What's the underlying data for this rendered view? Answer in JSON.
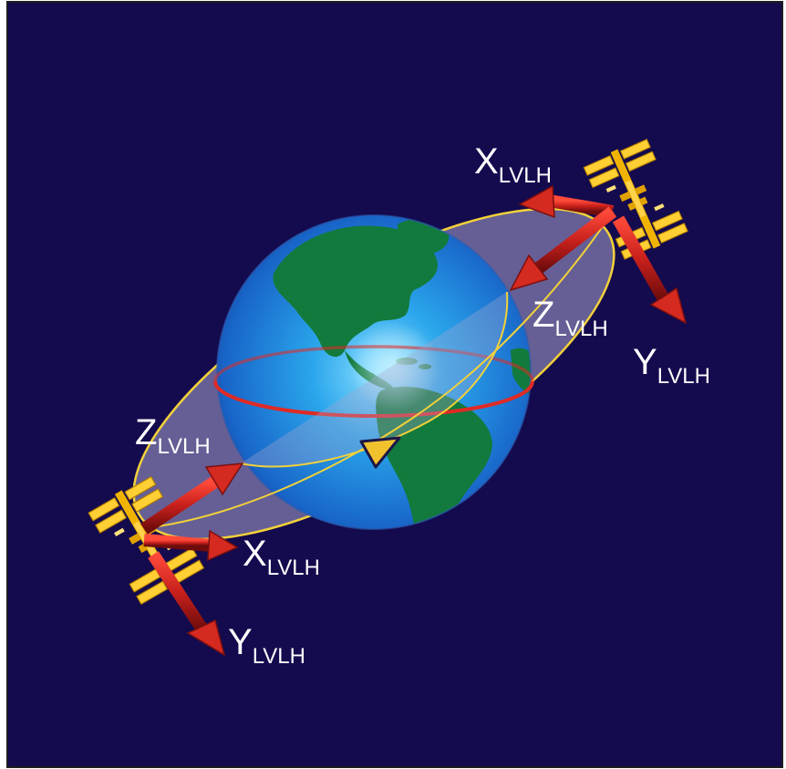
{
  "colors": {
    "background": "#140a4e",
    "frame": "#1e1e1e",
    "ocean": "#1f8fe0",
    "land": "#127a3c",
    "equator": "#e02a25",
    "orbit_line": "#f2d13a",
    "orbit_fill": "#a7a6cf",
    "arrow": "#c8201c",
    "arrow_dark": "#7a1010",
    "station": "#f0b400",
    "marker": "#f2c12e",
    "label": "#ffffff"
  },
  "icons": {
    "station": "space-station-icon",
    "orbit_marker": "triangle-marker-icon"
  },
  "labels": {
    "upper": {
      "x": {
        "main": "X",
        "sub": "LVLH"
      },
      "z": {
        "main": "Z",
        "sub": "LVLH"
      },
      "y": {
        "main": "Y",
        "sub": "LVLH"
      }
    },
    "lower": {
      "z": {
        "main": "Z",
        "sub": "LVLH"
      },
      "x": {
        "main": "X",
        "sub": "LVLH"
      },
      "y": {
        "main": "Y",
        "sub": "LVLH"
      }
    }
  }
}
